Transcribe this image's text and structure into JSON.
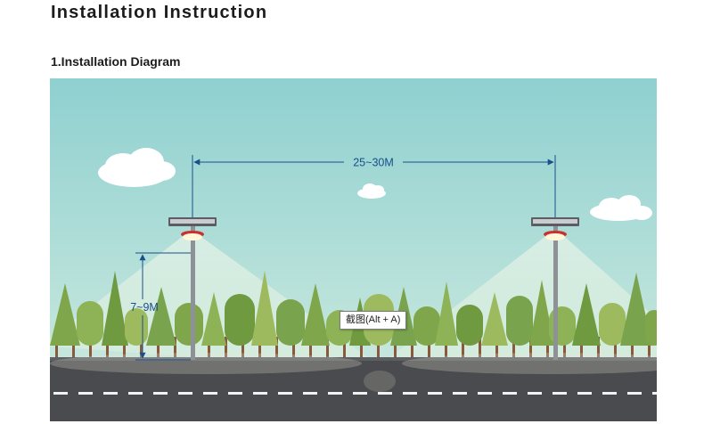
{
  "page": {
    "title": "Installation Instruction",
    "section_title": "1.Installation Diagram"
  },
  "diagram": {
    "spacing_label": "25~30M",
    "height_label": "7~9M"
  },
  "tooltip": {
    "text": "截图(Alt + A)"
  },
  "colors": {
    "sky_top": "#8fd0d0",
    "sky_bottom": "#d2ece0",
    "road": "#4a4b4e",
    "dimension": "#1a4f8a"
  }
}
